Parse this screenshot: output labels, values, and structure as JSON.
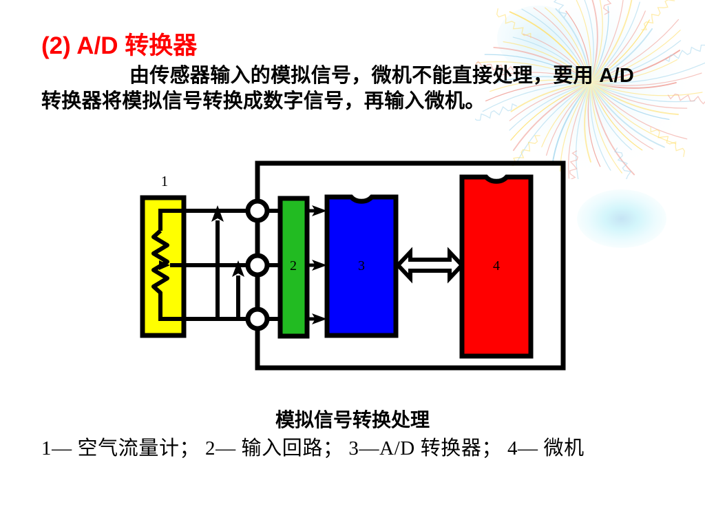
{
  "slide": {
    "title": "(2) A/D 转换器",
    "body": "由传感器输入的模拟信号，微机不能直接处理，要用 A/D 转换器将模拟信号转换成数字信号，再输入微机。",
    "caption": "模拟信号转换处理",
    "legend": "1— 空气流量计； 2— 输入回路；  3—A/D 转换器； 4— 微机"
  },
  "colors": {
    "title_red": "#ff0000",
    "block1_yellow": "#ffff00",
    "block2_green": "#22bb22",
    "block3_blue": "#0000ff",
    "block4_red": "#ff0000",
    "outline_black": "#000000",
    "decor_salmon": "#f0a098",
    "decor_yellow": "#ffe070",
    "decor_blue": "#a8d8ee"
  },
  "diagram": {
    "blocks": [
      {
        "id": "1",
        "label": "1",
        "name": "air-flow-meter",
        "color": "#ffff00"
      },
      {
        "id": "2",
        "label": "2",
        "name": "input-circuit",
        "color": "#22bb22"
      },
      {
        "id": "3",
        "label": "3",
        "name": "ad-converter",
        "color": "#0000ff"
      },
      {
        "id": "4",
        "label": "4",
        "name": "microcomputer",
        "color": "#ff0000"
      }
    ],
    "terminal_count": 3,
    "signal_arrow_count": 3,
    "bus_arrow": "bidirectional"
  }
}
